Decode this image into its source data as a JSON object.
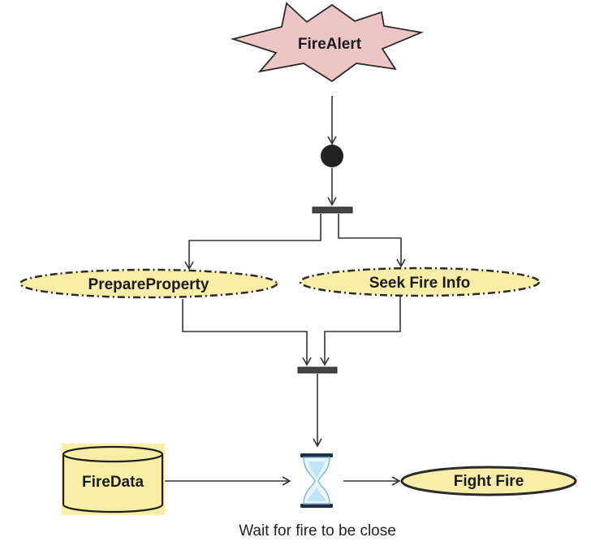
{
  "diagram": {
    "nodes": {
      "fire_alert": {
        "label": "FireAlert",
        "shape": "starburst"
      },
      "start": {
        "shape": "filled-circle"
      },
      "fork_bar": {
        "shape": "bar"
      },
      "prepare_property": {
        "label": "PrepareProperty",
        "shape": "dash-dot-ellipse"
      },
      "seek_fire_info": {
        "label": "Seek Fire Info",
        "shape": "dash-dot-ellipse"
      },
      "join_bar": {
        "shape": "bar"
      },
      "fire_data": {
        "label": "FireData",
        "shape": "datastore-cylinder"
      },
      "wait": {
        "label": "Wait for fire to be close",
        "icon": "hourglass-icon"
      },
      "fight_fire": {
        "label": "Fight Fire",
        "shape": "ellipse"
      }
    },
    "edges": [
      {
        "from": "fire_alert",
        "to": "start"
      },
      {
        "from": "start",
        "to": "fork_bar"
      },
      {
        "from": "fork_bar",
        "to": "prepare_property"
      },
      {
        "from": "fork_bar",
        "to": "seek_fire_info"
      },
      {
        "from": "prepare_property",
        "to": "join_bar"
      },
      {
        "from": "seek_fire_info",
        "to": "join_bar"
      },
      {
        "from": "join_bar",
        "to": "wait"
      },
      {
        "from": "fire_data",
        "to": "wait"
      },
      {
        "from": "wait",
        "to": "fight_fire"
      }
    ],
    "colors": {
      "event_fill": "#eec5c5",
      "activity_fill": "#faeea6",
      "datastore_fill": "#faeea6",
      "stroke": "#2b2b2b",
      "bar_fill": "#444444",
      "hourglass_glass": "#bfe3f7",
      "hourglass_sand": "#eaf6fd"
    }
  }
}
